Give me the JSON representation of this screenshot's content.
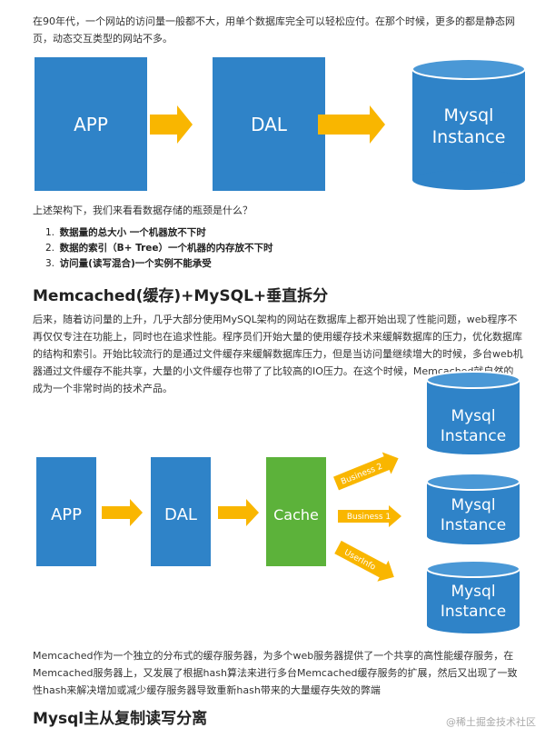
{
  "intro": "在90年代，一个网站的访问量一般都不大，用单个数据库完全可以轻松应付。在那个时候，更多的都是静态网页，动态交互类型的网站不多。",
  "diagram1": {
    "app": "APP",
    "dal": "DAL",
    "db_line1": "Mysql",
    "db_line2": "Instance"
  },
  "question": "上述架构下，我们来看看数据存储的瓶颈是什么？",
  "bottlenecks": [
    {
      "num": "1.",
      "text": "数据量的总大小 一个机器放不下时"
    },
    {
      "num": "2.",
      "text": "数据的索引（B+ Tree）一个机器的内存放不下时"
    },
    {
      "num": "3.",
      "text": "访问量(读写混合)一个实例不能承受"
    }
  ],
  "section1_title": "Memcached(缓存)+MySQL+垂直拆分",
  "para2": "后来，随着访问量的上升，几乎大部分使用MySQL架构的网站在数据库上都开始出现了性能问题，web程序不再仅仅专注在功能上，同时也在追求性能。程序员们开始大量的使用缓存技术来缓解数据库的压力，优化数据库的结构和索引。开始比较流行的是通过文件缓存来缓解数据库压力，但是当访问量继续增大的时候，多台web机器通过文件缓存不能共享，大量的小文件缓存也带了了比较高的IO压力。在这个时候，Memcached就自然的成为一个非常时尚的技术产品。",
  "diagram2": {
    "app": "APP",
    "dal": "DAL",
    "cache": "Cache",
    "arrow_labels": [
      "Business 2",
      "Business 1",
      "UserInfo"
    ],
    "db_line1": "Mysql",
    "db_line2": "Instance"
  },
  "para3": "Memcached作为一个独立的分布式的缓存服务器，为多个web服务器提供了一个共享的高性能缓存服务，在Memcached服务器上，又发展了根据hash算法来进行多台Memcached缓存服务的扩展，然后又出现了一致性hash来解决增加或减少缓存服务器导致重新hash带来的大量缓存失效的弊端",
  "section2_title": "Mysql主从复制读写分离",
  "watermark": "@稀土掘金技术社区",
  "colors": {
    "blue": "#2f83c8",
    "orange": "#f9b600",
    "green": "#5cb23a"
  }
}
